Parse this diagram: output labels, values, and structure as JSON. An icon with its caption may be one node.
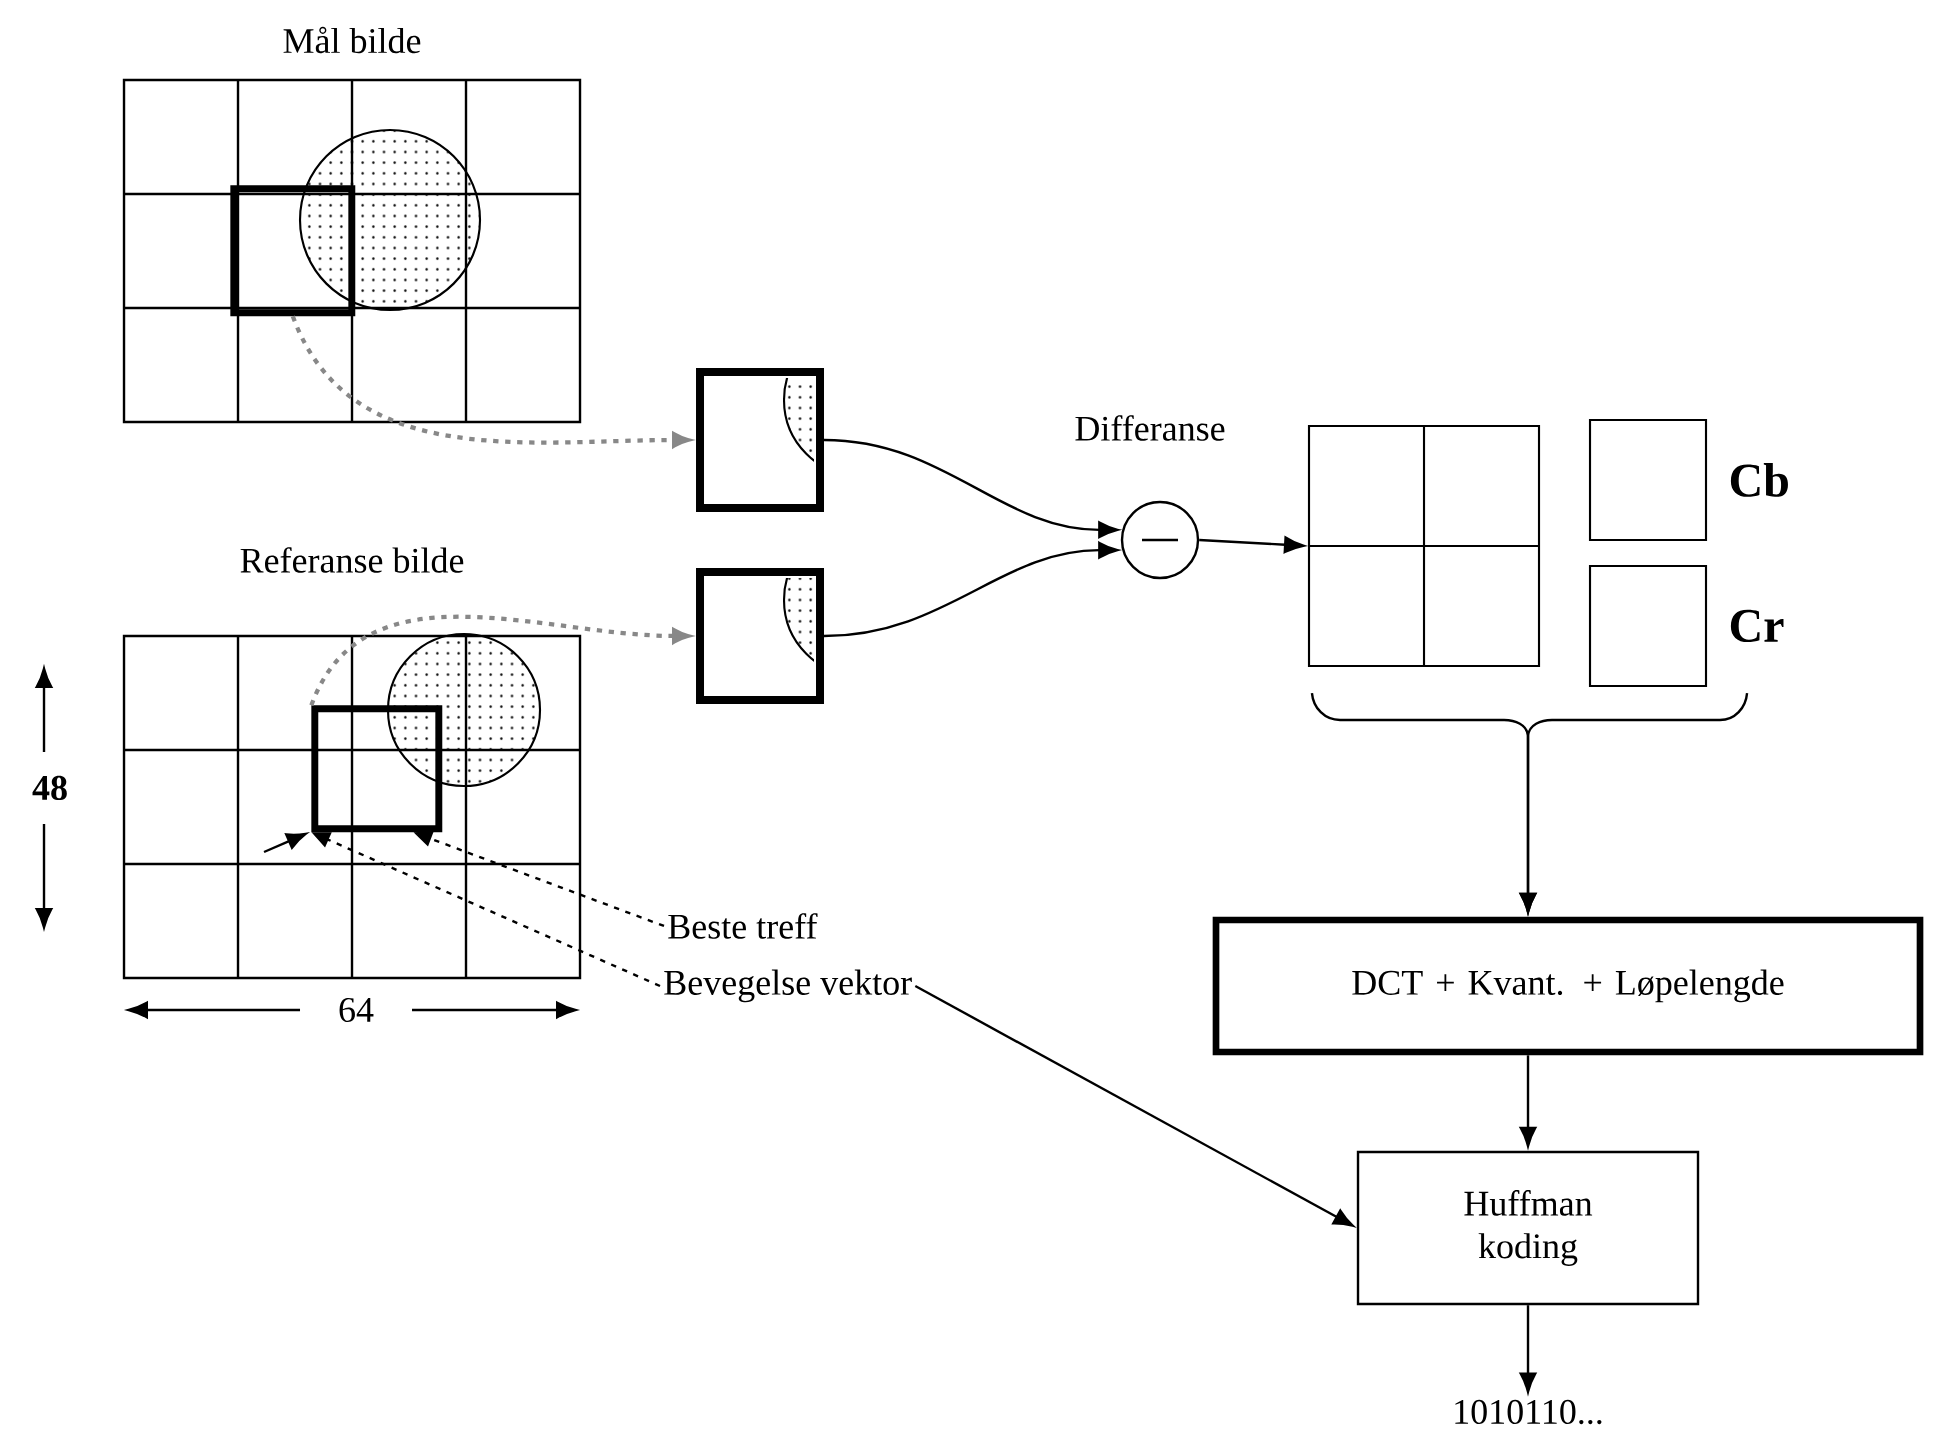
{
  "diagram": {
    "nodes": [
      {
        "text": [
          "Mål bilde"
        ]
      },
      {
        "text": [],
        "shape": "box",
        "in": 0
      },
      {
        "text": [
          "Referanse bilde"
        ]
      },
      {
        "text": [],
        "shape": "box",
        "in": 2
      },
      {
        "text": [],
        "shape": "box"
      },
      {
        "text": [],
        "shape": "box"
      },
      {
        "text": [],
        "shape": "circle",
        "beside": [
          "Differanse"
        ]
      },
      {
        "text": [],
        "shape": "box"
      },
      {
        "text": [],
        "shape": "box",
        "beside": [
          "Cb"
        ]
      },
      {
        "text": [],
        "shape": "box",
        "beside": [
          "Cr"
        ]
      },
      {
        "text": [
          "DCT + Kvant. + Løpelengde"
        ]
      },
      {
        "text": [
          "Huffman koding"
        ]
      },
      {
        "text": [
          "1010110..."
        ]
      },
      {
        "text": [
          "Beste treff"
        ]
      },
      {
        "text": [
          "Bevegelse vektor"
        ]
      }
    ],
    "edges": [
      {
        "from": 1,
        "to": 4,
        "arrow": "to",
        "style": "dashed",
        "color": "#888888"
      },
      {
        "from": 3,
        "to": 5,
        "arrow": "to",
        "style": "dashed",
        "color": "#888888"
      },
      {
        "from": 4,
        "to": 6,
        "arrow": "to"
      },
      {
        "from": 5,
        "to": 6,
        "arrow": "to"
      },
      {
        "from": 6,
        "to": 7,
        "arrow": "to"
      },
      {
        "from": 7,
        "to": 10,
        "arrow": "to"
      },
      {
        "from": 9,
        "to": 10,
        "arrow": "to"
      },
      {
        "from": 10,
        "to": 11,
        "arrow": "to"
      },
      {
        "from": 11,
        "to": 12,
        "arrow": "to"
      },
      {
        "from": 13,
        "to": 3,
        "arrow": "to",
        "style": "dashed"
      },
      {
        "from": 14,
        "to": 3,
        "arrow": "to",
        "style": "dashed"
      },
      {
        "from": 14,
        "to": 11,
        "arrow": "to"
      }
    ],
    "labels": [
      "48",
      "64"
    ]
  }
}
